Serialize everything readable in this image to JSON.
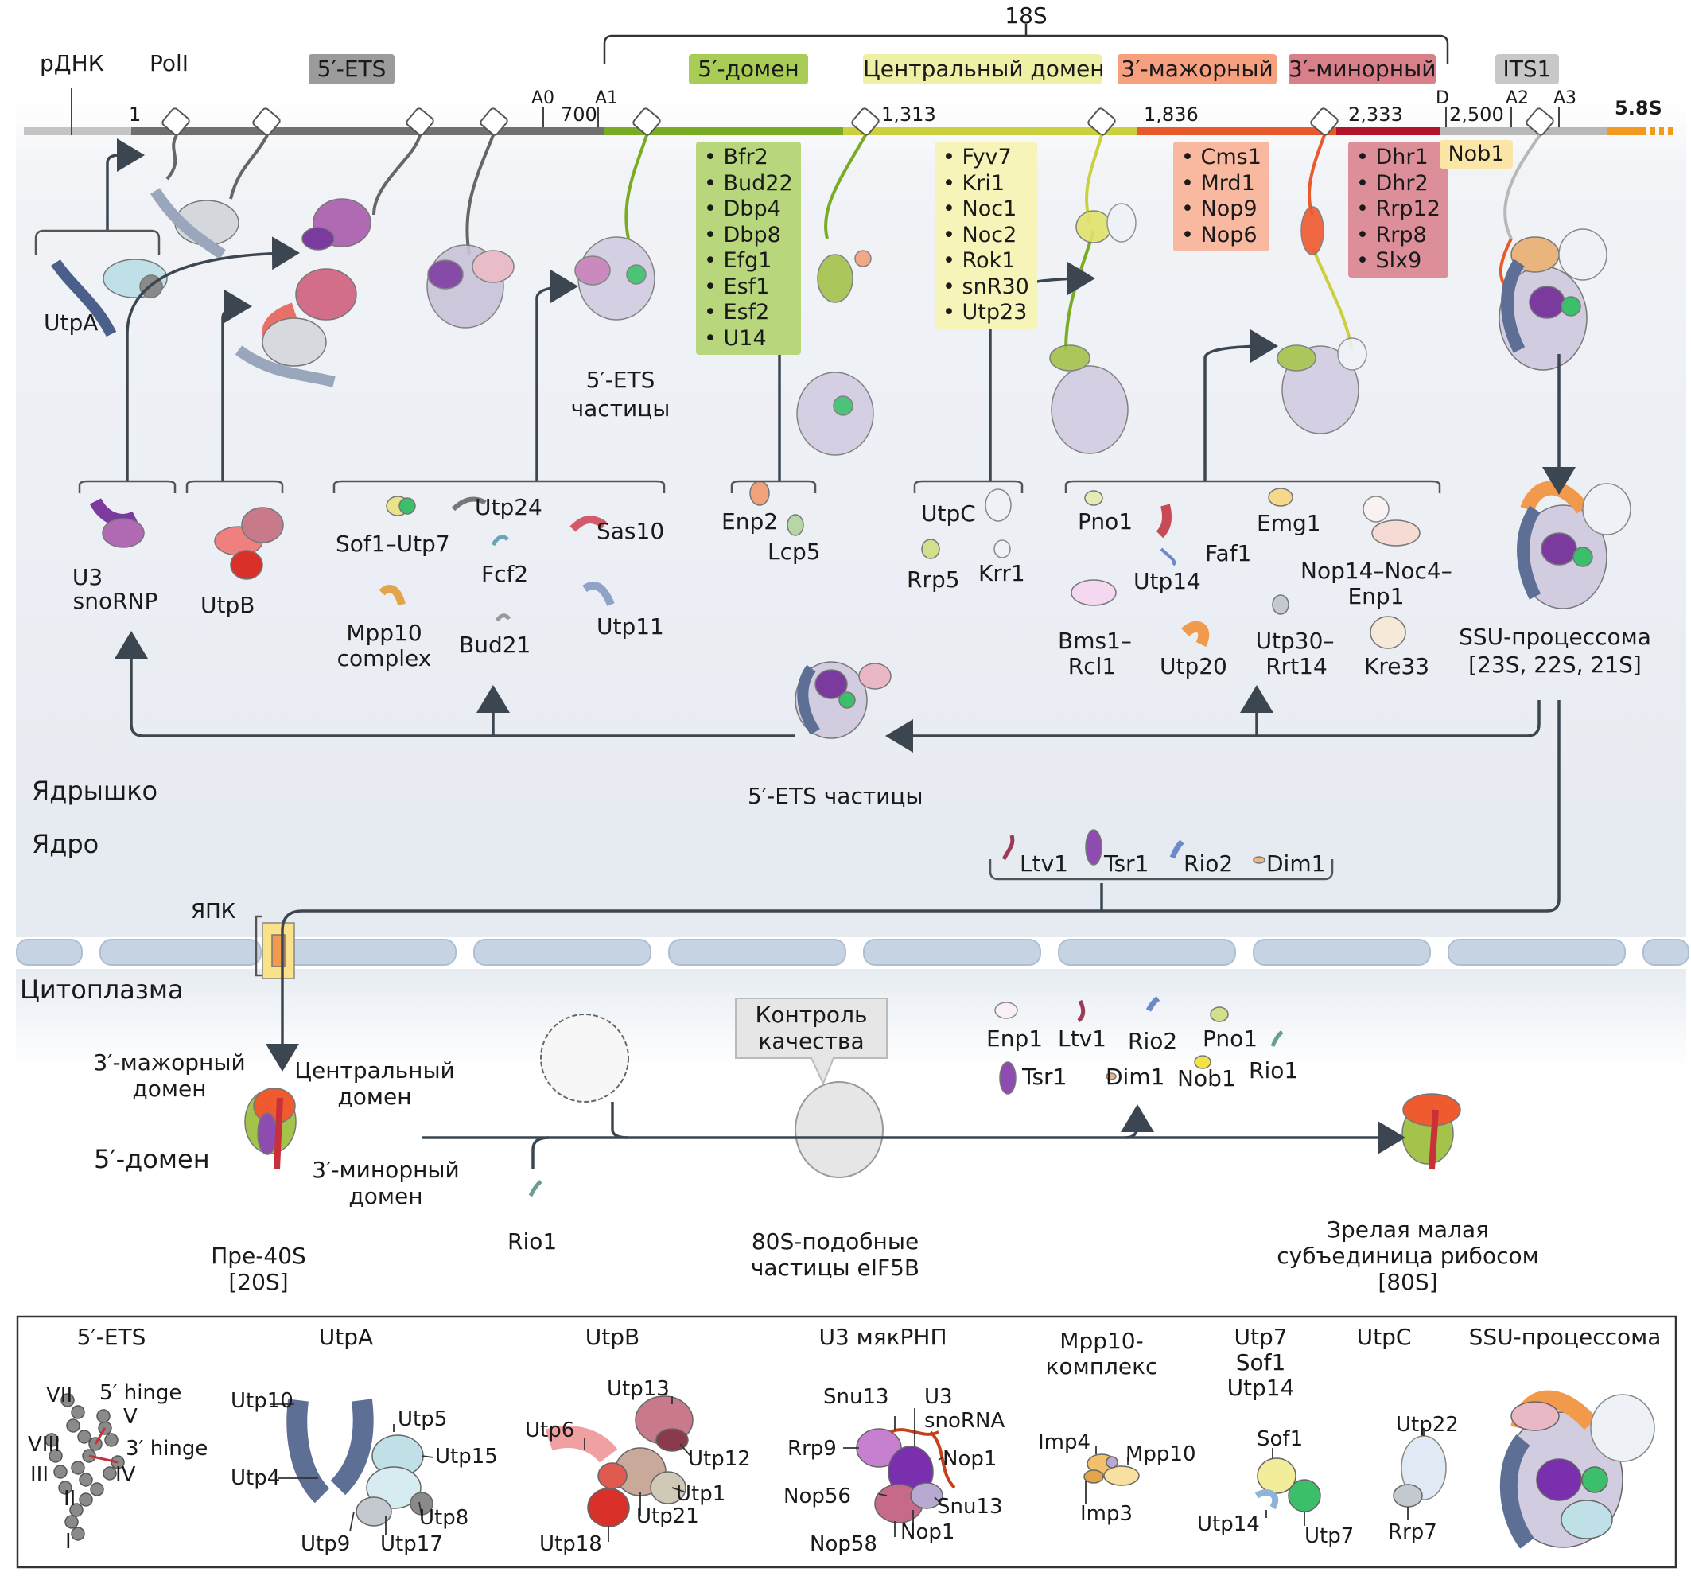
{
  "top_bar": {
    "label_18s": "18S",
    "rdna": "рДНК",
    "pol1": "PolI",
    "segments": {
      "ets5": "5′-ETS",
      "dom5": "5′-домен",
      "central": "Центральный домен",
      "major3": "3′-мажорный",
      "minor3": "3′-минорный",
      "its1": "ITS1",
      "s58": "5.8S"
    },
    "sites": {
      "a0": "A0",
      "a1": "A1",
      "d": "D",
      "a2": "A2",
      "a3": "A3"
    },
    "positions": {
      "p1": "1",
      "p700": "700",
      "p1313": "1,313",
      "p1836": "1,836",
      "p2333": "2,333",
      "p2500": "2,500"
    }
  },
  "factor_lists": {
    "dom5": [
      "Bfr2",
      "Bud22",
      "Dbp4",
      "Dbp8",
      "Efg1",
      "Esf1",
      "Esf2",
      "U14"
    ],
    "central": [
      "Fyv7",
      "Kri1",
      "Noc1",
      "Noc2",
      "Rok1",
      "snR30",
      "Utp23"
    ],
    "major3": [
      "Cms1",
      "Mrd1",
      "Nop9",
      "Nop6"
    ],
    "minor3": [
      "Dhr1",
      "Dhr2",
      "Rrp12",
      "Rrp8",
      "Slx9"
    ],
    "its1": "Nob1"
  },
  "nucleolus": {
    "utpa": "UtpA",
    "ets_particles_top": "5′-ETS\nчастицы",
    "ets_particles_top_l1": "5′-ETS",
    "ets_particles_top_l2": "частицы",
    "u3_l1": "U3",
    "u3_l2": "snoRNP",
    "utpb": "UtpB",
    "group1": {
      "sof1_utp7": "Sof1–Utp7",
      "utp24": "Utp24",
      "sas10": "Sas10",
      "fcf2": "Fcf2",
      "mpp10_l1": "Mpp10",
      "mpp10_l2": "complex",
      "bud21": "Bud21",
      "utp11": "Utp11"
    },
    "group2": {
      "enp2": "Enp2",
      "lcp5": "Lcp5"
    },
    "group3": {
      "utpc": "UtpC",
      "rrp5": "Rrp5",
      "krr1": "Krr1"
    },
    "group4": {
      "pno1": "Pno1",
      "emg1": "Emg1",
      "faf1": "Faf1",
      "utp14": "Utp14",
      "nop14_l1": "Nop14–Noc4–",
      "nop14_l2": "Enp1",
      "bms1_l1": "Bms1–",
      "bms1_l2": "Rcl1",
      "utp20": "Utp20",
      "utp30_l1": "Utp30–",
      "utp30_l2": "Rrt14",
      "kre33": "Kre33"
    },
    "ssu_l1": "SSU-процессома",
    "ssu_l2": "[23S, 22S, 21S]",
    "ets_particles_bottom": "5′-ETS частицы",
    "label": "Ядрышко"
  },
  "nucleus": {
    "label": "Ядро",
    "factors": [
      "Ltv1",
      "Tsr1",
      "Rio2",
      "Dim1"
    ],
    "npc": "ЯПК"
  },
  "cytoplasm": {
    "label": "Цитоплазма",
    "major3_l1": "3′-мажорный",
    "major3_l2": "домен",
    "central_l1": "Центральный",
    "central_l2": "домен",
    "dom5": "5′-домен",
    "minor3_l1": "3′-минорный",
    "minor3_l2": "домен",
    "pre40s_l1": "Пре-40S",
    "pre40s_l2": "[20S]",
    "rio1_bottom": "Rio1",
    "qc_l1": "Контроль",
    "qc_l2": "качества",
    "s80_l1": "80S-подобные",
    "s80_l2": "частицы eIF5B",
    "released": [
      "Enp1",
      "Ltv1",
      "Rio2",
      "Pno1",
      "Rio1",
      "Tsr1",
      "Dim1",
      "Nob1"
    ],
    "mature_l1": "Зрелая малая",
    "mature_l2": "субъединица рибосом",
    "mature_l3": "[80S]"
  },
  "legend": {
    "ets5": {
      "title": "5′-ETS",
      "labels": [
        "VII",
        "5′ hinge",
        "V",
        "VIII",
        "3′ hinge",
        "III",
        "IV",
        "II",
        "I"
      ]
    },
    "utpa": {
      "title": "UtpA",
      "labels": [
        "Utp10",
        "Utp5",
        "Utp15",
        "Utp4",
        "Utp8",
        "Utp9",
        "Utp17"
      ]
    },
    "utpb": {
      "title": "UtpB",
      "labels": [
        "Utp13",
        "Utp6",
        "Utp12",
        "Utp1",
        "Utp21",
        "Utp18"
      ]
    },
    "u3": {
      "title": "U3 мякРНП",
      "labels": [
        "Snu13",
        "U3",
        "snoRNA",
        "Rrp9",
        "Nop1",
        "Nop56",
        "Snu13",
        "Nop58",
        "Nop1"
      ]
    },
    "mpp10": {
      "title_l1": "Mpp10-",
      "title_l2": "комплекс",
      "labels": [
        "Imp4",
        "Mpp10",
        "Imp3"
      ]
    },
    "utp7": {
      "title_l1": "Utp7",
      "title_l2": "Sof1",
      "title_l3": "Utp14",
      "labels": [
        "Sof1",
        "Utp14",
        "Utp7"
      ]
    },
    "utpc": {
      "title": "UtpC",
      "labels": [
        "Utp22",
        "Rrp7"
      ]
    },
    "ssu": {
      "title": "SSU-процессома"
    }
  },
  "colors": {
    "nucleolus_bg": "#e9edf3",
    "nucleus_bg": "#e6ebf2",
    "ets_gray": "#707070",
    "dom5_green": "#7aab24",
    "central_yellow": "#d7d84a",
    "major_orange": "#e85a2c",
    "minor_red": "#b0152b",
    "its_gray": "#b8b8b8",
    "s58_orange": "#f29a1f"
  }
}
